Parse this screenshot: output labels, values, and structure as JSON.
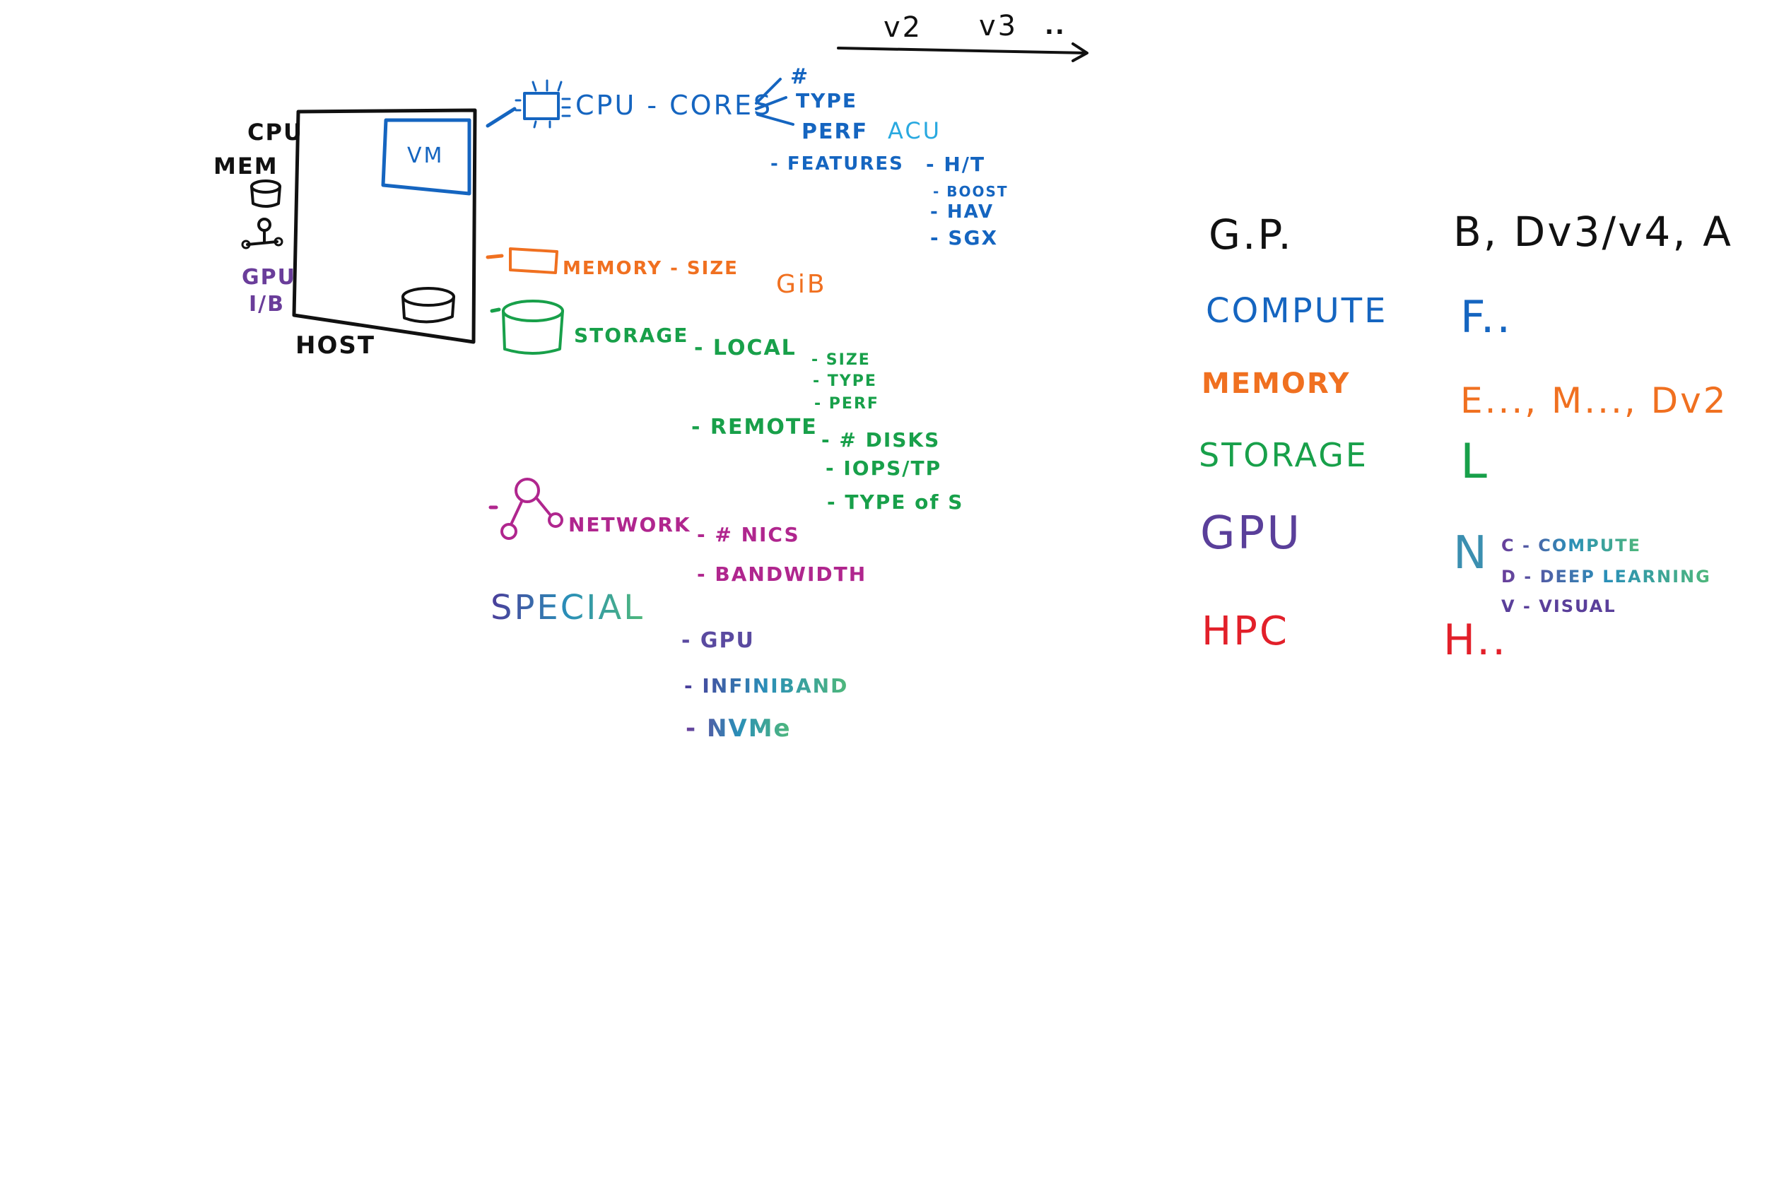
{
  "colors": {
    "black": "#111111",
    "blue": "#1565c0",
    "cyan": "#29a9e0",
    "orange": "#f07020",
    "green": "#18a04a",
    "purple": "#6a3d9a",
    "magenta": "#b0268e",
    "red": "#e2202a",
    "teal": "#3b8fb0"
  },
  "version_timeline": {
    "v2": "v2",
    "v3": "v3",
    "ellipsis": ".."
  },
  "host": {
    "label": "HOST",
    "vm_label": "VM",
    "side_labels": {
      "cpu": "CPU",
      "mem": "MEM",
      "gpu": "GPU",
      "ib": "I/B"
    }
  },
  "cpu": {
    "title": "CPU - CORES",
    "items": {
      "count": "#",
      "type": "TYPE",
      "perf": "PERF",
      "acu": "ACU",
      "features": "- FEATURES"
    },
    "features": {
      "ht": "- H/T",
      "boost": "- BOOST",
      "hav": "- HAV",
      "sgx": "- SGX"
    }
  },
  "memory": {
    "title": "MEMORY - SIZE",
    "unit": "GiB"
  },
  "storage": {
    "title": "STORAGE",
    "local": "- LOCAL",
    "local_items": {
      "size": "- SIZE",
      "type": "- TYPE",
      "perf": "- PERF"
    },
    "remote": "- REMOTE",
    "remote_items": {
      "disks": "- # DISKS",
      "iops": "- IOPS/TP",
      "type": "- TYPE of S"
    }
  },
  "network": {
    "title": "NETWORK",
    "nics": "- # NICS",
    "bandwidth": "- BANDWIDTH"
  },
  "special": {
    "title": "SPECIAL",
    "gpu": "- GPU",
    "infiniband": "- INFINIBAND",
    "nvme": "- NVMe"
  },
  "families": {
    "gp": {
      "label": "G.P.",
      "series": "B, Dv3/v4, A"
    },
    "compute": {
      "label": "COMPUTE",
      "series": "F.."
    },
    "memory": {
      "label": "MEMORY",
      "series": "E..., M..., Dv2"
    },
    "storage": {
      "label": "STORAGE",
      "series": "L"
    },
    "gpu": {
      "label": "GPU",
      "series": "N",
      "sub": {
        "c": "C - COMPUTE",
        "d": "D - DEEP LEARNING",
        "v": "V - VISUAL"
      }
    },
    "hpc": {
      "label": "HPC",
      "series": "H.."
    }
  }
}
